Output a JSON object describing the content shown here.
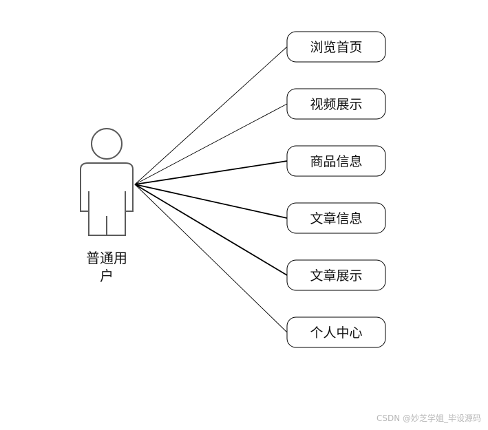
{
  "actor": {
    "name_line1": "普通用",
    "name_line2": "户"
  },
  "use_cases": [
    {
      "label": "浏览首页"
    },
    {
      "label": "视频展示"
    },
    {
      "label": "商品信息"
    },
    {
      "label": "文章信息"
    },
    {
      "label": "文章展示"
    },
    {
      "label": "个人中心"
    }
  ],
  "watermark": "CSDN @妙芝学姐_毕设源码",
  "colors": {
    "stroke": "#000000",
    "actor_stroke": "#5a5a5a",
    "box_fill": "#ffffff"
  }
}
